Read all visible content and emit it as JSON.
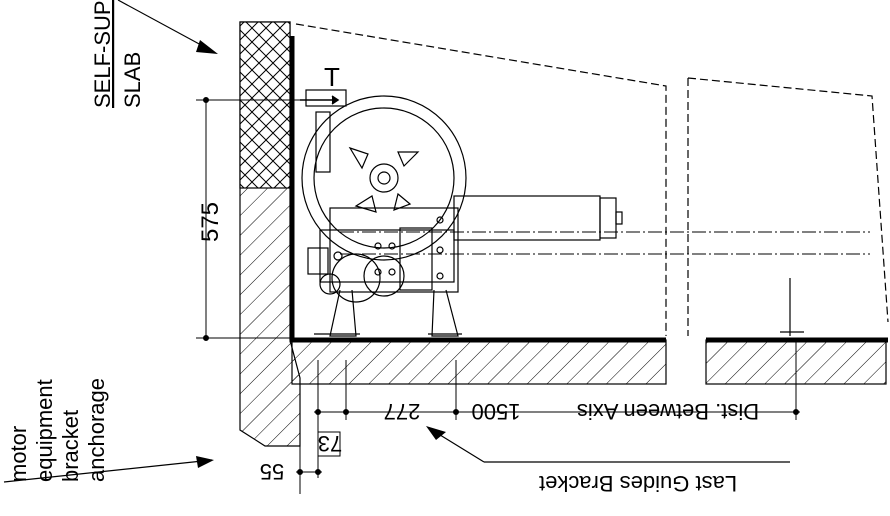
{
  "labels": {
    "slab_line1": "SELF-SUPPORTING",
    "slab_line2": "SLAB",
    "dim_575": "575",
    "marker_t": "T",
    "anchorage_line1": "motor",
    "anchorage_line2": "equipment",
    "anchorage_line3": "bracket",
    "anchorage_line4": "anchorage",
    "dim_55": "55",
    "dim_73": "73",
    "dim_277": "277",
    "dim_1500": "1500",
    "dist_between_axis": "Dist. Between Axis",
    "last_guides_bracket": "Last Guides Bracket"
  }
}
